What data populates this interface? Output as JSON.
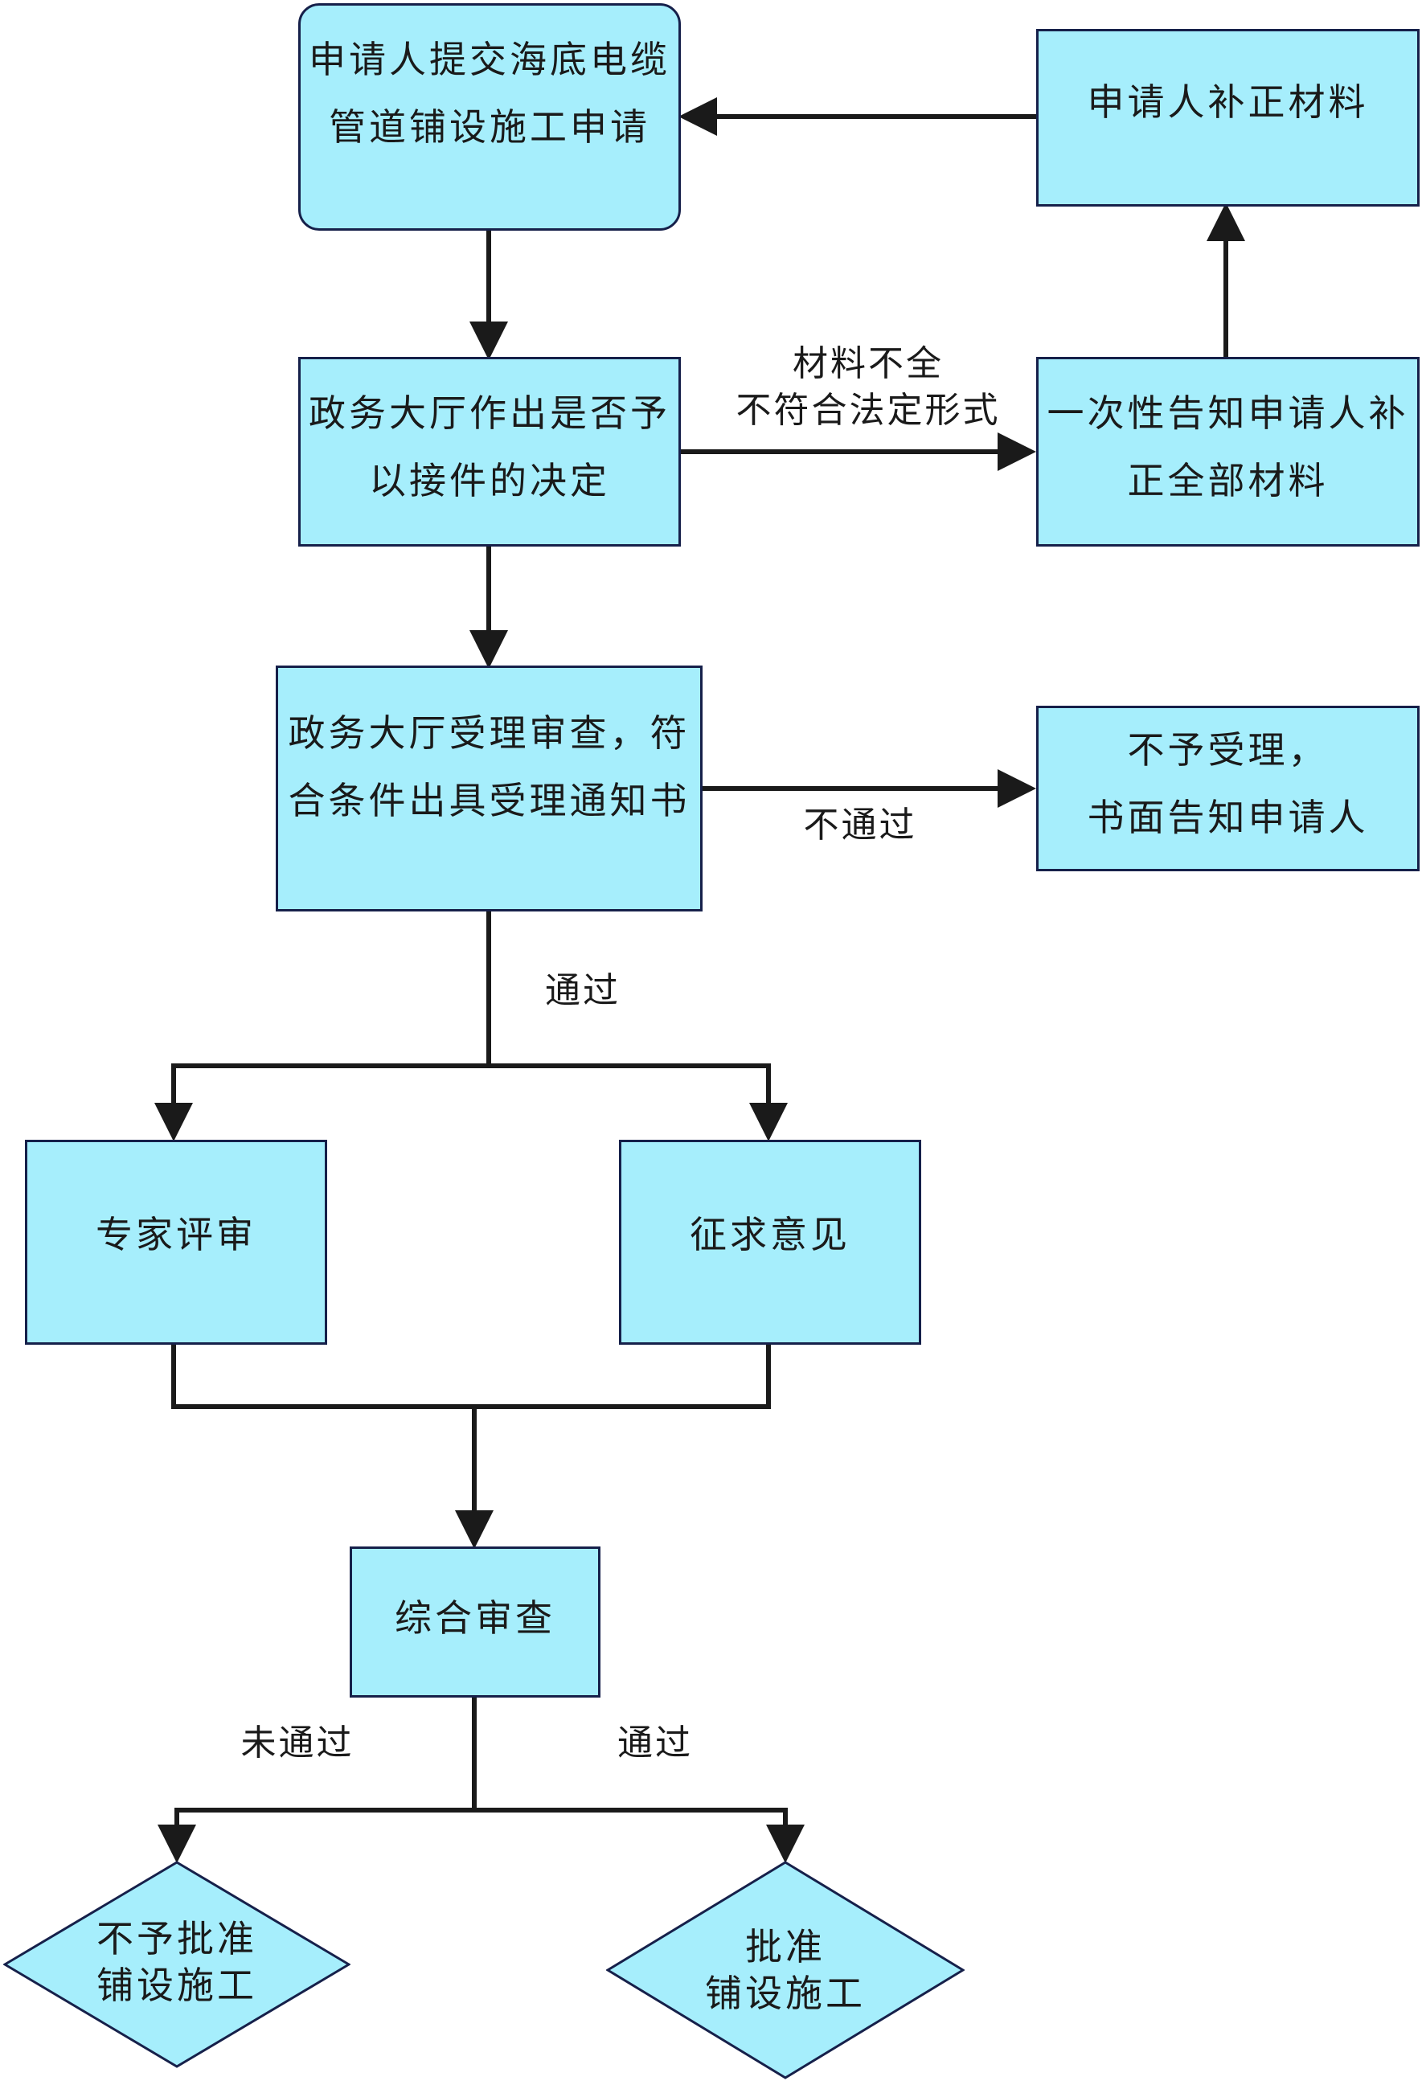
{
  "diagram": {
    "nodes": {
      "submit": "申请人提交海底电缆\n管道铺设施工申请",
      "supplement": "申请人补正材料",
      "decide": "政务大厅作出是否予\n以接件的决定",
      "notify_once": "一次性告知申请人补\n正全部材料",
      "accept_review": "政务大厅受理审查，符\n合条件出具受理通知书",
      "reject": "不予受理，\n书面告知申请人",
      "expert_review": "专家评审",
      "solicit_opinions": "征求意见",
      "comprehensive_review": "综合审查",
      "deny": "不予批准\n铺设施工",
      "approve": "批准\n铺设施工"
    },
    "edge_labels": {
      "incomplete": "材料不全\n不符合法定形式",
      "not_pass_1": "不通过",
      "pass_1": "通过",
      "not_pass_2": "未通过",
      "pass_2": "通过"
    },
    "colors": {
      "node_fill": "#a6eefc",
      "node_border": "#16204a",
      "line": "#1a1a1a"
    }
  }
}
